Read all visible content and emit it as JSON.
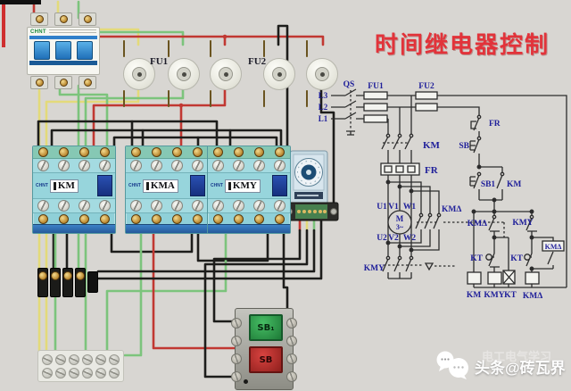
{
  "title": {
    "text": "时间继电器控制"
  },
  "watermark": {
    "main": "头条@砖瓦界",
    "ghost": "电工电气学习"
  },
  "panel": {
    "breaker": {
      "brand": "CHNT"
    },
    "fu1_label": "FU1",
    "fu2_label": "FU2",
    "contactors": [
      {
        "brand": "CHNT",
        "label": "KM"
      },
      {
        "brand": "CHNT",
        "label": "KMA"
      },
      {
        "brand": "CHNT",
        "label": "KMY"
      }
    ],
    "buttons": {
      "start": "SB₁",
      "stop": "SB"
    }
  },
  "schematic": {
    "phases": [
      "L3",
      "L2",
      "L1"
    ],
    "qs": "QS",
    "fu1": "FU1",
    "fu2": "FU2",
    "km_main": "KM",
    "fr_main": "FR",
    "u1": "U1",
    "v1": "V1",
    "w1": "W1",
    "motor": "M",
    "motor_type": "3~",
    "u2": "U2",
    "v2": "V2",
    "w2": "W2",
    "kmd_main": "KMΔ",
    "kmy_main": "KMY",
    "fr_ctrl": "FR",
    "sb_stop": "SB",
    "sb_start": "SB1",
    "km_aux": "KM",
    "kmd_nc": "KMΔ",
    "kmy_nc": "KMY",
    "kt_left": "KT",
    "kt_right": "KT",
    "kmd_aux": "KMΔ",
    "coil_km": "KM",
    "coil_kmy": "KMY",
    "coil_kt": "KT",
    "coil_kmd": "KMΔ"
  }
}
